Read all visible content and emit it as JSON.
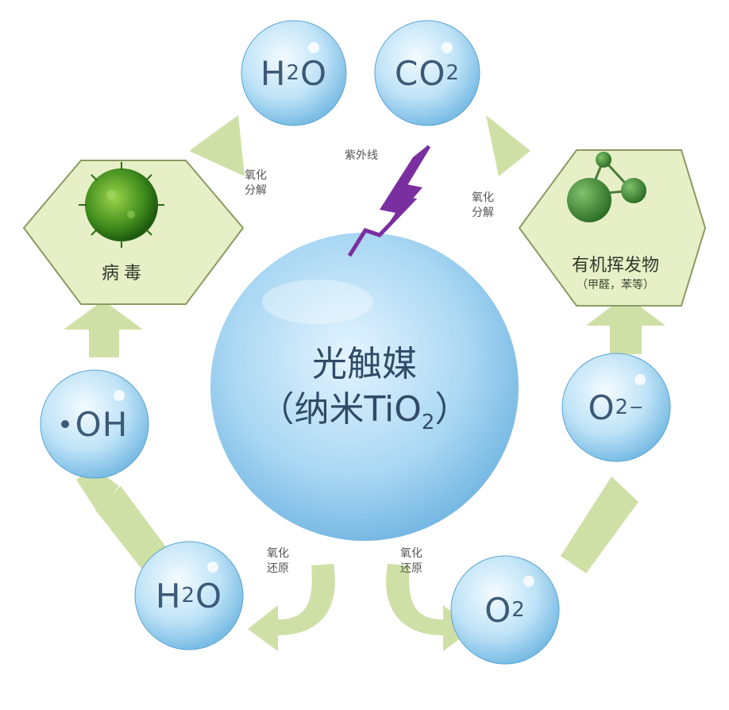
{
  "center": {
    "line1": "光触媒",
    "line2": "（纳米TiO",
    "line2_sub": "2",
    "line2_end": "）"
  },
  "uv_label": "紫外线",
  "bubbles": {
    "h2o_top": {
      "text": "H",
      "sub": "2",
      "tail": "O"
    },
    "co2_top": {
      "text": "CO",
      "sub": "2"
    },
    "oh": {
      "text": "OH"
    },
    "o2_minus": {
      "text": "O",
      "sub": "2",
      "sup": "−"
    },
    "h2o_bottom": {
      "text": "H",
      "sub": "2",
      "tail": "O"
    },
    "o2_bottom": {
      "text": "O",
      "sub": "2"
    }
  },
  "hexagons": {
    "virus": {
      "label": "病毒"
    },
    "voc": {
      "label": "有机挥发物",
      "sublabel": "（甲醛，苯等）"
    }
  },
  "process_labels": {
    "left_top": {
      "line1": "氧化",
      "line2": "分解"
    },
    "right_top": {
      "line1": "氧化",
      "line2": "分解"
    },
    "bottom_left": {
      "line1": "氧化",
      "line2": "还原"
    },
    "bottom_right": {
      "line1": "氧化",
      "line2": "还原"
    }
  },
  "colors": {
    "bubble_light": "#e8f6ff",
    "bubble_dark": "#6fb6e2",
    "hex_fill": "#e6efc6",
    "hex_stroke": "#8a9a62",
    "arrow": "#cfe0a6",
    "lightning": "#7a2fa0",
    "molecule": "#3d8a3a"
  }
}
